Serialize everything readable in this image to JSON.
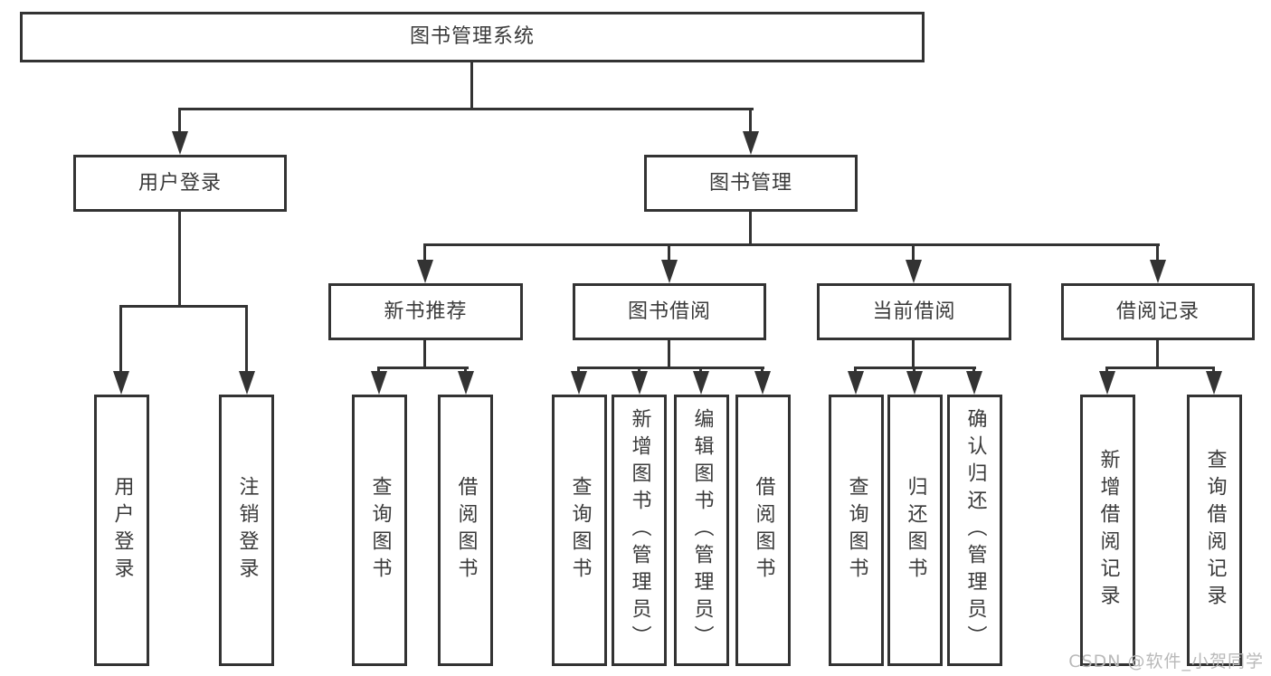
{
  "diagram": {
    "nodes": {
      "root": "图书管理系统",
      "user_login": "用户登录",
      "book_mgmt": "图书管理",
      "new_books": "新书推荐",
      "book_borrow": "图书借阅",
      "current_borrow": "当前借阅",
      "borrow_records": "借阅记录"
    },
    "leaves": {
      "user_login": [
        "用户登录",
        "注销登录"
      ],
      "new_books": [
        "查询图书",
        "借阅图书"
      ],
      "book_borrow": [
        "查询图书",
        "新增图书（管理员）",
        "编辑图书（管理员）",
        "借阅图书"
      ],
      "current_borrow": [
        "查询图书",
        "归还图书",
        "确认归还（管理员）"
      ],
      "borrow_records": [
        "新增借阅记录",
        "查询借阅记录"
      ]
    }
  },
  "watermark": {
    "text": "CSDN @软件_小贺同学"
  },
  "colors": {
    "line": "#333333",
    "text": "#3a3a3a",
    "watermark": "#b9b9b9",
    "background": "#ffffff"
  }
}
